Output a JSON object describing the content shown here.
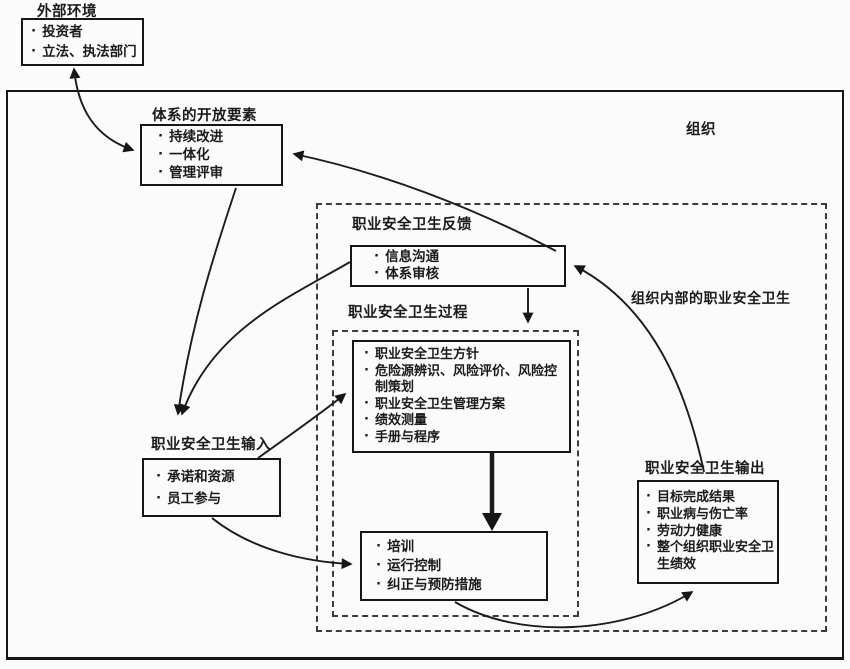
{
  "meta": {
    "bullet": "·"
  },
  "org": {
    "label": "组织",
    "internal_osh_label": "组织内部的职业安全卫生"
  },
  "external_env": {
    "title": "外部环境",
    "items": [
      "投资者",
      "立法、执法部门"
    ]
  },
  "open_elements": {
    "title": "体系的开放要素",
    "items": [
      "持续改进",
      "一体化",
      "管理评审"
    ]
  },
  "feedback": {
    "title": "职业安全卫生反馈",
    "items": [
      "信息沟通",
      "体系审核"
    ]
  },
  "process": {
    "title": "职业安全卫生过程",
    "items": [
      "职业安全卫生方针",
      "危险源辨识、风险评价、风险控制策划",
      "职业安全卫生管理方案",
      "绩效测量",
      "手册与程序"
    ]
  },
  "operations": {
    "items": [
      "培训",
      "运行控制",
      "纠正与预防措施"
    ]
  },
  "input": {
    "title": "职业安全卫生输入",
    "items": [
      "承诺和资源",
      "员工参与"
    ]
  },
  "output": {
    "title": "职业安全卫生输出",
    "items": [
      "目标完成结果",
      "职业病与伤亡率",
      "劳动力健康",
      "整个组织职业安全卫生绩效"
    ]
  },
  "colors": {
    "line": "#1b1b1b",
    "dashed": "#3c3c3c",
    "background": "#fbfbfb"
  }
}
